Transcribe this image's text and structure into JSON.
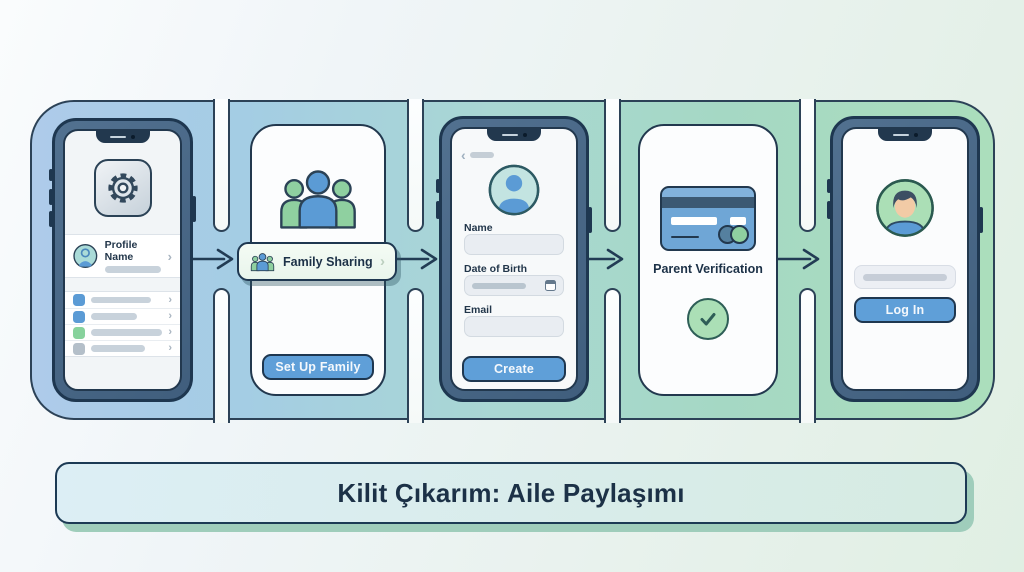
{
  "title_banner": {
    "text": "Kilit Çıkarım: Aile Paylaşımı"
  },
  "flow": {
    "steps": [
      {
        "id": "settings",
        "profile_row": {
          "label": "Profile Name"
        }
      },
      {
        "id": "family-sharing",
        "pill_label": "Family Sharing",
        "button_label": "Set Up Family"
      },
      {
        "id": "child-profile-form",
        "fields": [
          {
            "label": "Name"
          },
          {
            "label": "Date of Birth"
          },
          {
            "label": "Email"
          }
        ],
        "button_label": "Create"
      },
      {
        "id": "parent-verification",
        "caption": "Parent Verification"
      },
      {
        "id": "login",
        "button_label": "Log In"
      }
    ]
  },
  "glyphs": {
    "chevron_right": "›",
    "chevron_left": "‹"
  },
  "colors": {
    "accent_blue": "#5f9fd8",
    "accent_green": "#8fd0a0",
    "outline_navy": "#1e3750",
    "track_blue": "#aecbea",
    "track_green": "#abdebc",
    "banner_bg": "#d9ecec"
  }
}
